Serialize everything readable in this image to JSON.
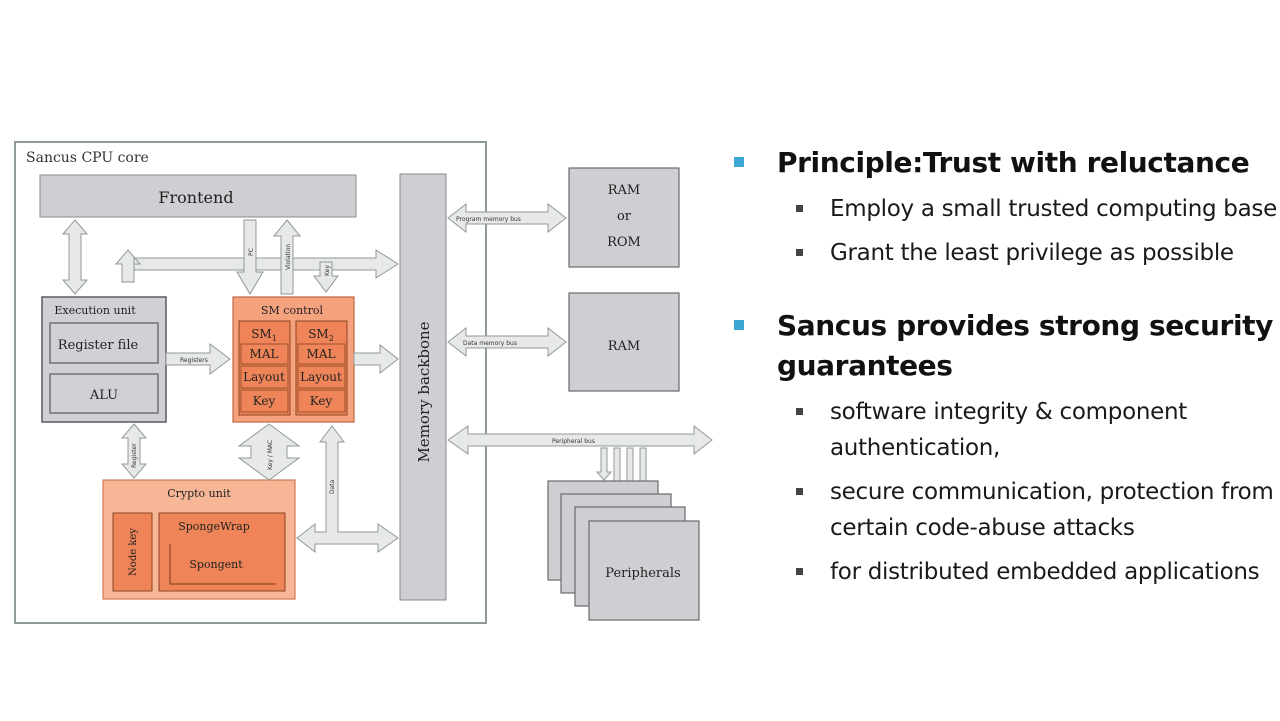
{
  "diagram": {
    "core_label": "Sancus CPU core",
    "frontend": "Frontend",
    "execution_unit": {
      "title": "Execution unit",
      "register_file": "Register file",
      "alu": "ALU"
    },
    "sm_control": {
      "title": "SM control",
      "sm1": "SM",
      "sm1_sub": "1",
      "sm2": "SM",
      "sm2_sub": "2",
      "mal": "MAL",
      "layout": "Layout",
      "key": "Key"
    },
    "crypto_unit": {
      "title": "Crypto unit",
      "node_key": "Node key",
      "spongewrap": "SpongeWrap",
      "spongent": "Spongent"
    },
    "memory_backbone": "Memory backbone",
    "ram_rom": [
      "RAM",
      "or",
      "ROM"
    ],
    "ram": "RAM",
    "peripherals": "Peripherals",
    "arrow_labels": {
      "registers": "Registers",
      "violation": "Violation",
      "pc": "PC",
      "key": "Key",
      "program_memory_bus": "Program memory bus",
      "data_memory_bus": "Data memory bus",
      "peripheral_bus": "Peripheral bus",
      "register": "Register",
      "key_mac": "Key / MAC",
      "data": "Data"
    }
  },
  "bullets": [
    {
      "title": "Principle:Trust with reluctance",
      "items": [
        "Employ a small trusted computing base",
        "Grant the least privilege as possible"
      ]
    },
    {
      "title": "Sancus provides strong security guarantees",
      "items": [
        "software integrity & component authentication,",
        "secure communication, protection from certain code-abuse attacks",
        "for distributed embedded applications"
      ]
    }
  ]
}
